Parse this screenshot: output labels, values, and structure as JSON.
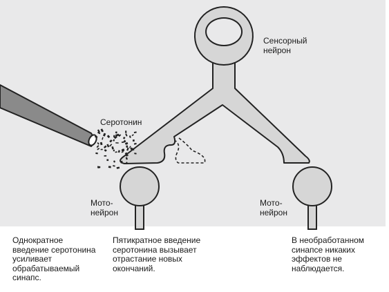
{
  "labels": {
    "sensory_neuron": [
      "Сенсорный",
      "нейрон"
    ],
    "serotonin": "Серотонин",
    "motoneuron_left": [
      "Мото-",
      "нейрон"
    ],
    "motoneuron_right": [
      "Мото-",
      "нейрон"
    ]
  },
  "captions": {
    "single_dose": [
      "Однократное",
      "введение серотонина",
      "усиливает",
      "обрабатываемый",
      "синапс."
    ],
    "five_doses": [
      "Пятикратное введение",
      "серотонина вызывает",
      "отрастание новых",
      "окончаний."
    ],
    "untreated": [
      "В необработанном",
      "синапсе никаких",
      "эффектов не",
      "наблюдается."
    ]
  },
  "colors": {
    "panel_background": "#e9e9ea",
    "neuron_fill": "#d6d6d6",
    "outline": "#222222",
    "pipette_fill": "#8a8a8a"
  }
}
